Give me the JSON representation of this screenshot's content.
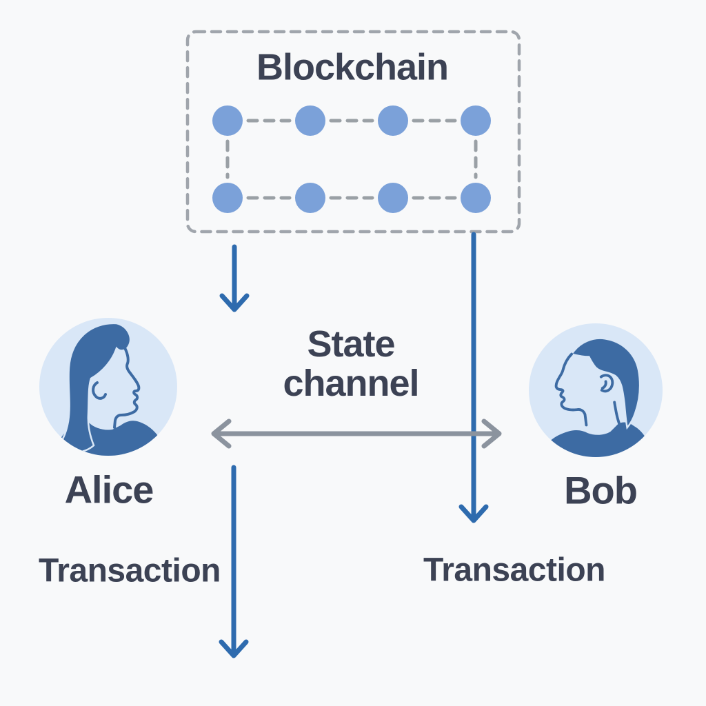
{
  "diagram": {
    "blockchain": {
      "label": "Blockchain",
      "node_rows": 2,
      "nodes_per_row": 4
    },
    "state_channel": {
      "label": "State channel"
    },
    "participants": [
      {
        "name": "Alice",
        "side": "left"
      },
      {
        "name": "Bob",
        "side": "right"
      }
    ],
    "transactions": [
      {
        "label": "Transaction",
        "side": "left"
      },
      {
        "label": "Transaction",
        "side": "right"
      }
    ]
  },
  "colors": {
    "background": "#f8f9fa",
    "text_dark": "#3c4254",
    "node_blue": "#7ba1d9",
    "arrow_blue": "#2e6bae",
    "arrow_gray": "#8b939e",
    "dash_gray": "#a0a5ac",
    "connector_gray": "#9aa0a5",
    "avatar_bg": "#d9e7f7",
    "avatar_figure": "#3d6ba3"
  }
}
